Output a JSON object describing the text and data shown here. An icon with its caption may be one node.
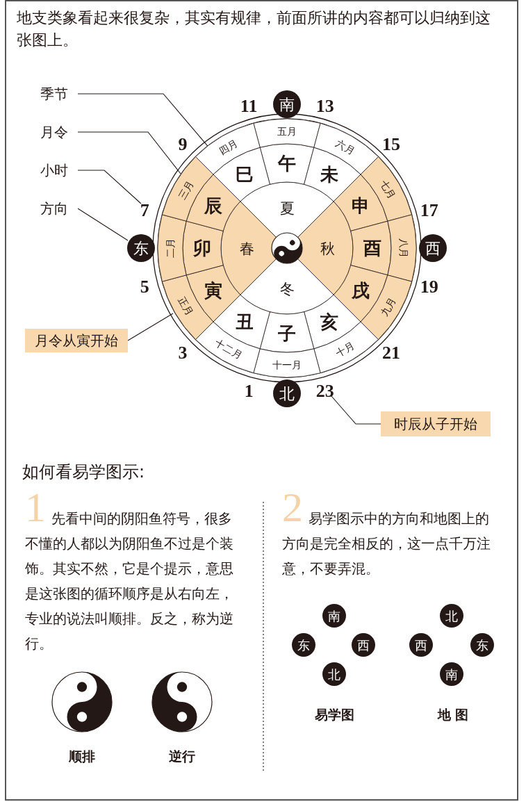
{
  "diagram": {
    "title": "地支类象看起来很复杂，其实有规律，前面所讲的内容都可以归纳到这张图上。",
    "nodes": [
      {
        "text": [
          "季节"
        ]
      },
      {
        "text": [
          "月令"
        ]
      },
      {
        "text": [
          "小时"
        ]
      },
      {
        "text": [
          "方向"
        ]
      },
      {
        "text": [
          "南"
        ]
      },
      {
        "text": [
          "东"
        ]
      },
      {
        "text": [
          "西"
        ]
      },
      {
        "text": [
          "北"
        ]
      },
      {
        "text": [
          "夏"
        ]
      },
      {
        "text": [
          "春"
        ]
      },
      {
        "text": [
          "秋"
        ]
      },
      {
        "text": [
          "冬"
        ]
      },
      {
        "text": [
          "午"
        ]
      },
      {
        "text": [
          "未"
        ]
      },
      {
        "text": [
          "申"
        ]
      },
      {
        "text": [
          "酉"
        ]
      },
      {
        "text": [
          "戌"
        ]
      },
      {
        "text": [
          "亥"
        ]
      },
      {
        "text": [
          "子"
        ]
      },
      {
        "text": [
          "丑"
        ]
      },
      {
        "text": [
          "寅"
        ]
      },
      {
        "text": [
          "卯"
        ]
      },
      {
        "text": [
          "辰"
        ]
      },
      {
        "text": [
          "巳"
        ]
      },
      {
        "text": [
          "五月"
        ]
      },
      {
        "text": [
          "六月"
        ]
      },
      {
        "text": [
          "七月"
        ]
      },
      {
        "text": [
          "八月"
        ]
      },
      {
        "text": [
          "九月"
        ]
      },
      {
        "text": [
          "十月"
        ]
      },
      {
        "text": [
          "十一月"
        ]
      },
      {
        "text": [
          "十二月"
        ]
      },
      {
        "text": [
          "正月"
        ]
      },
      {
        "text": [
          "二月"
        ]
      },
      {
        "text": [
          "三月"
        ]
      },
      {
        "text": [
          "四月"
        ]
      },
      {
        "text": [
          "7"
        ]
      },
      {
        "text": [
          "23"
        ]
      },
      {
        "text": [
          "月令从寅开始"
        ]
      },
      {
        "text": [
          "时辰从子开始"
        ]
      },
      {
        "text": [
          "南"
        ]
      },
      {
        "text": [
          "东"
        ]
      },
      {
        "text": [
          "西"
        ]
      },
      {
        "text": [
          "北"
        ]
      },
      {
        "text": [
          "北"
        ]
      },
      {
        "text": [
          "西"
        ]
      },
      {
        "text": [
          "东"
        ]
      },
      {
        "text": [
          "南"
        ]
      }
    ],
    "edges": [
      {
        "from": 0,
        "to": 8,
        "arrow": "none"
      },
      {
        "from": 1,
        "to": 34,
        "arrow": "none"
      },
      {
        "from": 2,
        "to": 36,
        "arrow": "none"
      },
      {
        "from": 3,
        "to": 5,
        "arrow": "none"
      },
      {
        "from": 38,
        "to": 32,
        "arrow": "none"
      },
      {
        "from": 39,
        "to": 37,
        "arrow": "none"
      }
    ],
    "labels": [
      "11",
      "13",
      "9",
      "15",
      "17",
      "5",
      "19",
      "3",
      "21",
      "1",
      "如何看易学图示:",
      "1",
      "先看中间的阴阳鱼符号，很多不懂的人都以为阴阳鱼不过是个装饰。其实不然，它是个提示，意思是这张图的循环顺序是从右向左，专业的说法叫顺排。反之，称为逆行。",
      "2",
      "易学图示中的方向和地图上的方向是完全相反的，这一点千万注意，不要弄混。",
      "顺排",
      "逆行",
      "易学图",
      "地 图"
    ]
  }
}
